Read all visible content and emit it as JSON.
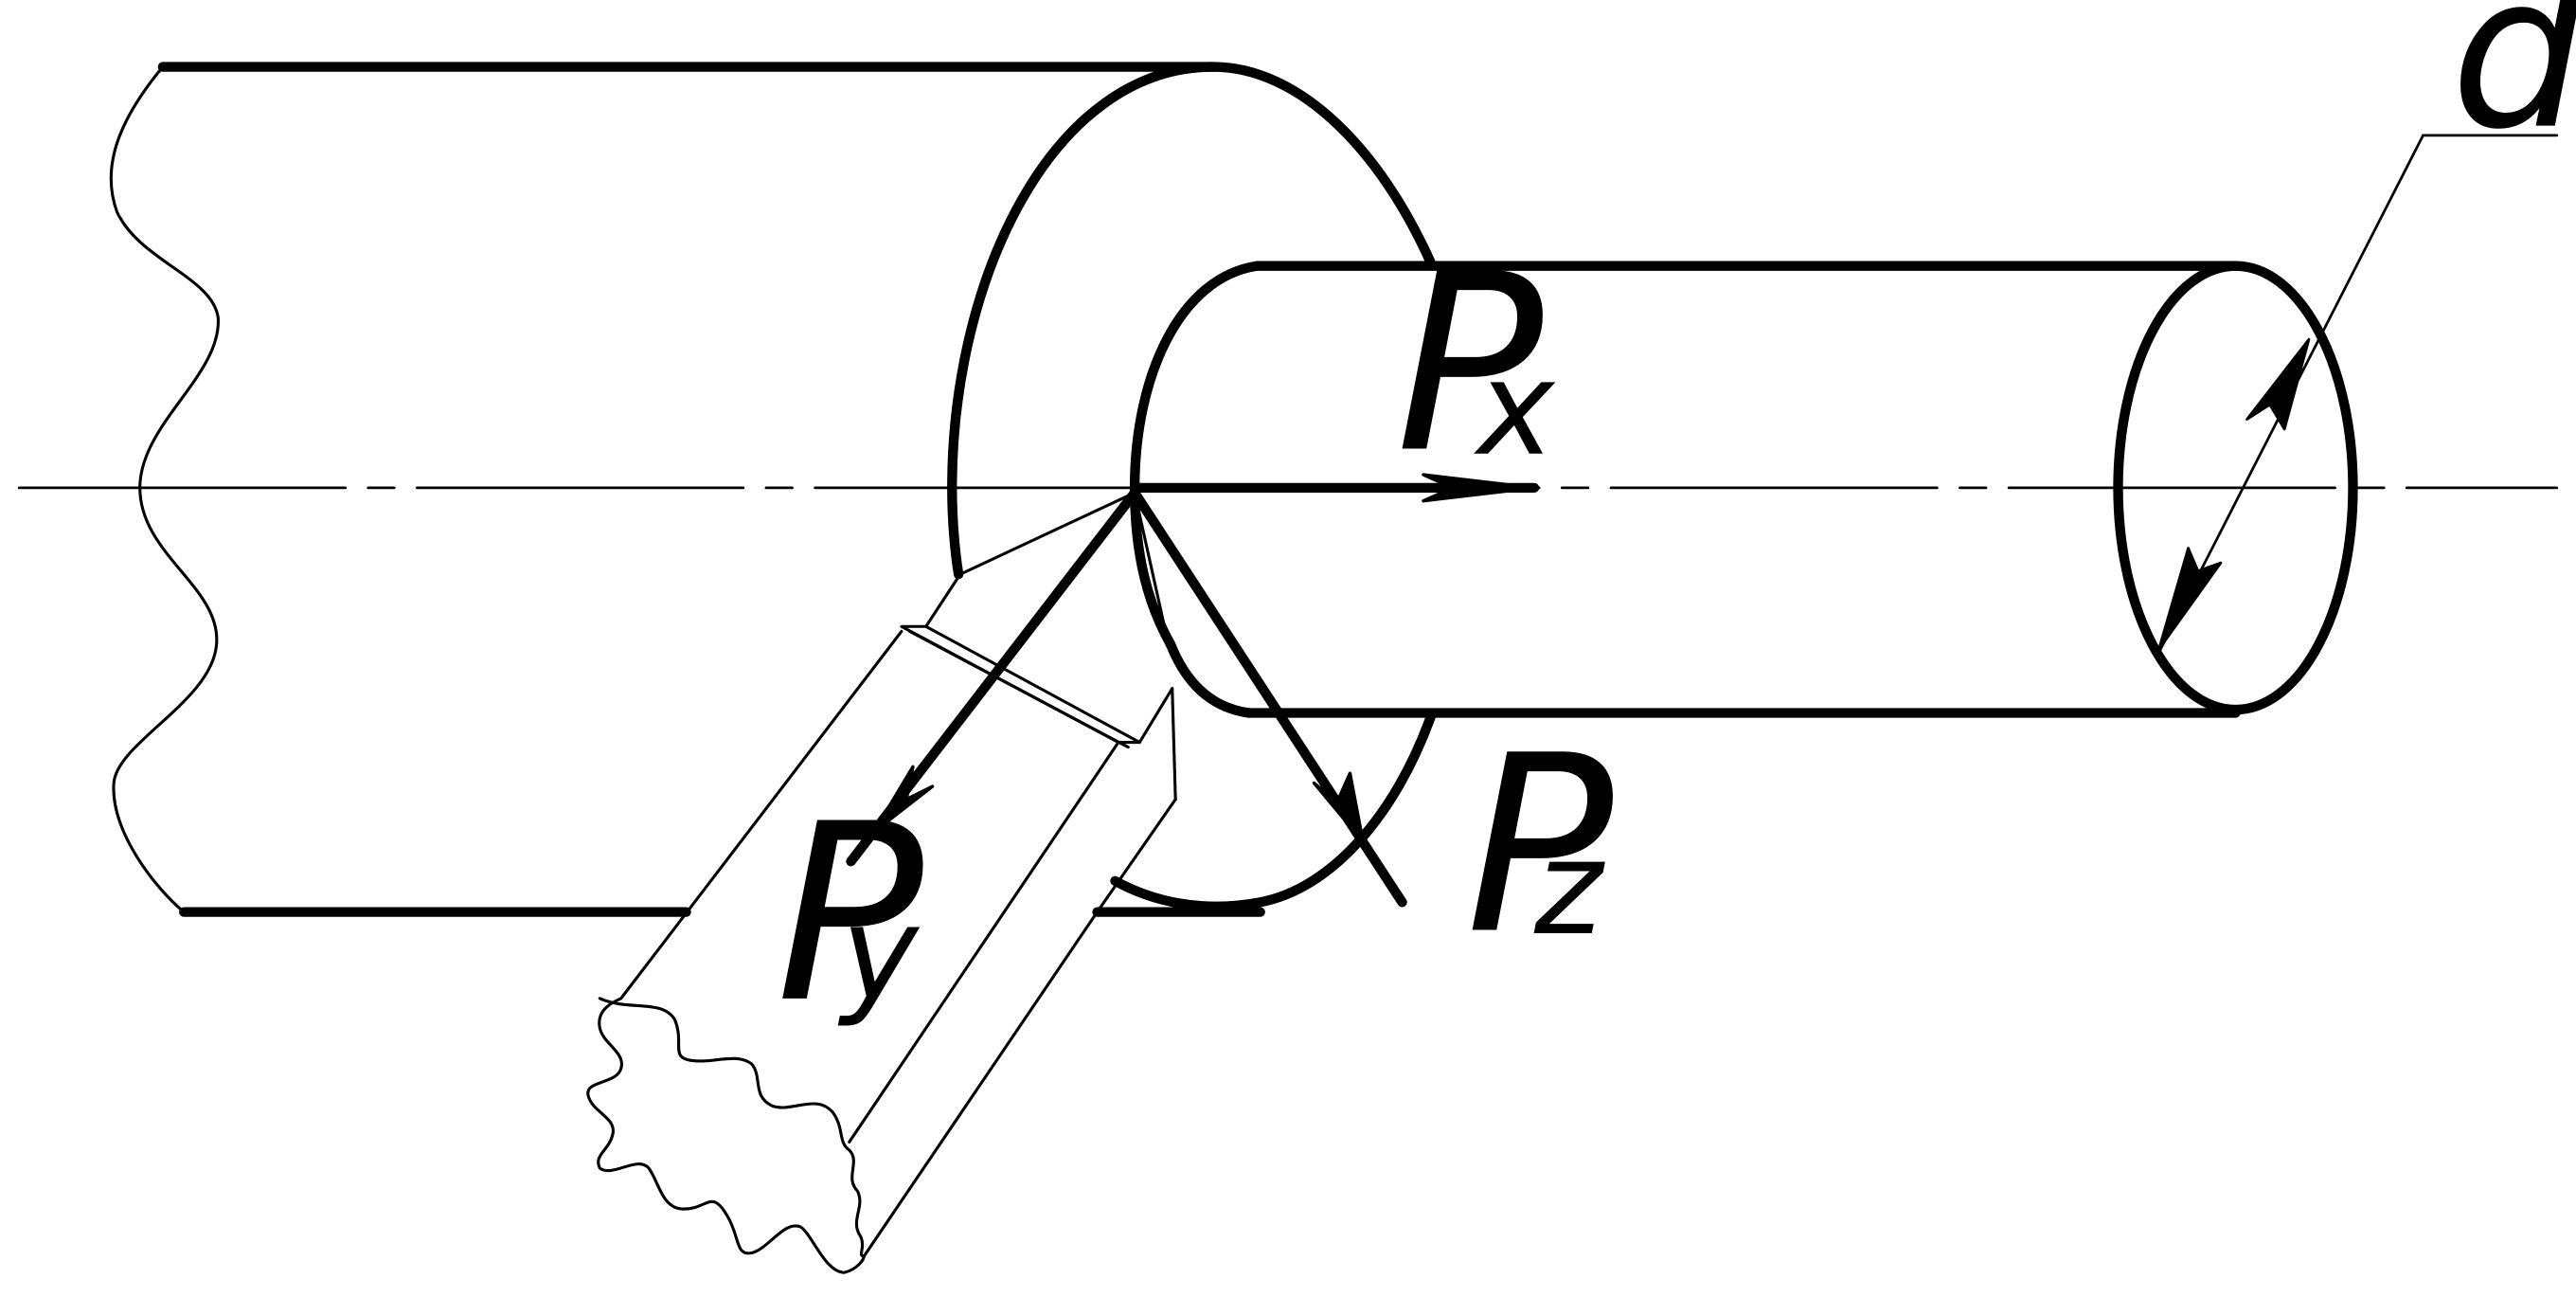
{
  "diagram": {
    "line_color": "#000000",
    "background": "#ffffff",
    "labels": {
      "px": {
        "main": "P",
        "sub": "x"
      },
      "py": {
        "main": "P",
        "sub": "y"
      },
      "pz": {
        "main": "P",
        "sub": "z"
      },
      "d": "d"
    }
  }
}
